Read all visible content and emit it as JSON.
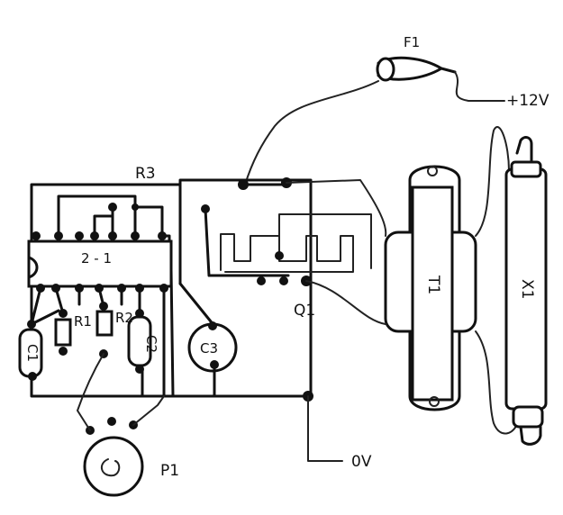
{
  "labels": {
    "f1": "F1",
    "supply": "+12V",
    "r3": "R3",
    "ic": "2 - 1",
    "r1": "R1",
    "r2": "R2",
    "c2": "C2",
    "c1": "C1",
    "c3": "C3",
    "q1": "Q1",
    "t1": "T1",
    "x1": "X1",
    "ground": "0V",
    "p1": "P1"
  }
}
